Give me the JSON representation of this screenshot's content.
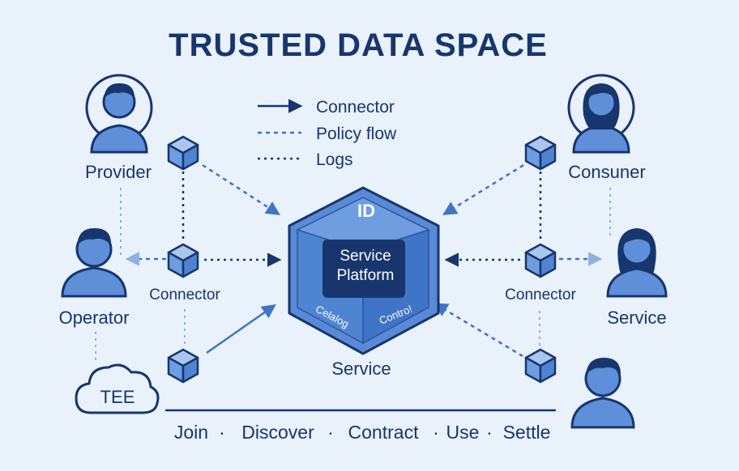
{
  "title": "TRUSTED DATA SPACE",
  "legend": {
    "connector": "Connector",
    "policy_flow": "Policy flow",
    "logs": "Logs"
  },
  "actors": {
    "provider": "Provider",
    "operator": "Operator",
    "consumer": "Consuner",
    "service_right": "Service",
    "tee": "TEE"
  },
  "connector_labels": {
    "left": "Connector",
    "right": "Connector"
  },
  "hub": {
    "id": "ID",
    "core_line1": "Service",
    "core_line2": "Platform",
    "catalog": "Celalog",
    "control": "Contro!",
    "caption": "Service"
  },
  "footer": {
    "steps": [
      "Join",
      "Discover",
      "Contract",
      "Use",
      "Settle"
    ],
    "separator": "·"
  },
  "colors": {
    "background": "#e9f1fb",
    "navy": "#17366e",
    "blue": "#3f74c6",
    "light_blue": "#a9c6ee"
  }
}
